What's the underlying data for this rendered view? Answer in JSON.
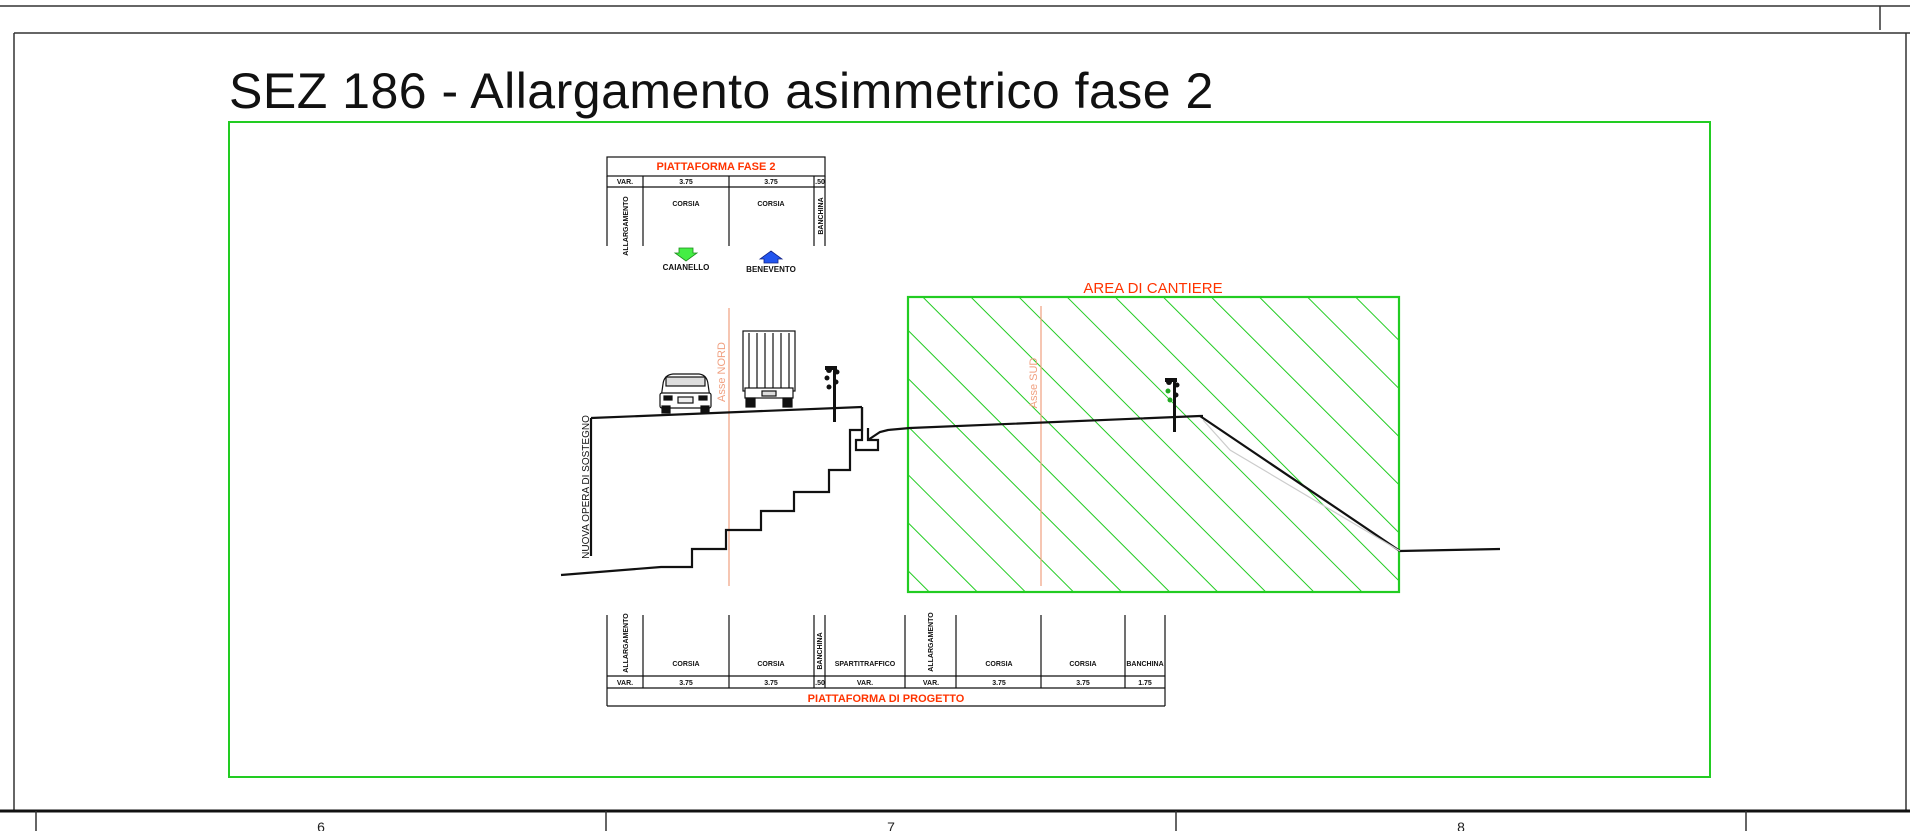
{
  "title": "SEZ 186 - Allargamento asimmetrico fase 2",
  "top_table": {
    "header": "PIATTAFORMA  FASE  2",
    "widths": [
      "VAR.",
      "3.75",
      "3.75",
      ".50"
    ],
    "names": [
      "ALLARGAMENTO",
      "CORSIA",
      "CORSIA",
      "BANCHINA"
    ]
  },
  "directions": {
    "left": "CAIANELLO",
    "right": "BENEVENTO"
  },
  "area_label": "AREA  DI  CANTIERE",
  "axes": {
    "nord": "Asse NORD",
    "sud": "Asse SUD"
  },
  "wall_label": "NUOVA OPERA DI SOSTEGNO",
  "bottom_table": {
    "footer": "PIATTAFORMA  DI  PROGETTO",
    "names": [
      "ALLARGAMENTO",
      "CORSIA",
      "CORSIA",
      "BANCHINA",
      "SPARTITRAFFICO",
      "ALLARGAMENTO",
      "CORSIA",
      "CORSIA",
      "BANCHINA"
    ],
    "widths": [
      "VAR.",
      "3.75",
      "3.75",
      ".50",
      "VAR.",
      "VAR.",
      "3.75",
      "3.75",
      "1.75"
    ]
  },
  "frame_columns": [
    "6",
    "7",
    "8"
  ],
  "colors": {
    "frame_green": "#22cc22",
    "label_red": "#ff3300",
    "axis_salmon": "#f0a080",
    "arrow_green": "#44ee44",
    "arrow_blue": "#2255ee"
  }
}
